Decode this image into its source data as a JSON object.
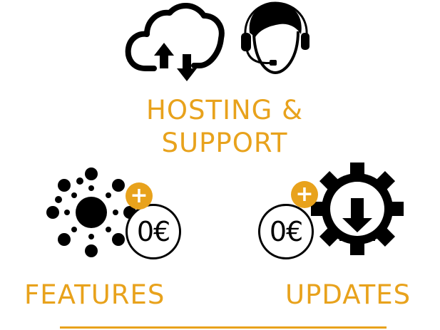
{
  "hosting_support": {
    "line1": "HOSTING &",
    "line2": "SUPPORT"
  },
  "features": {
    "label": "FEATURES",
    "price": "0€",
    "plus": "+"
  },
  "updates": {
    "label": "UPDATES",
    "price": "0€",
    "plus": "+"
  },
  "colors": {
    "accent": "#e8a21c",
    "icon": "#000000",
    "background": "#ffffff"
  },
  "icons": [
    "cloud-upload-download-icon",
    "headset-support-icon",
    "sun-features-icon",
    "gear-download-icon",
    "plus-badge-icon"
  ]
}
